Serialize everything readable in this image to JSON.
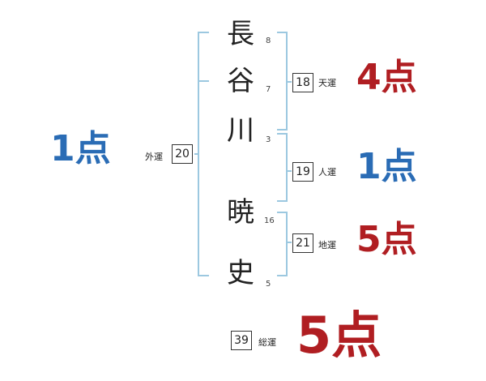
{
  "name": {
    "chars": [
      {
        "char": "長",
        "strokes": "8"
      },
      {
        "char": "谷",
        "strokes": "7"
      },
      {
        "char": "川",
        "strokes": "3"
      },
      {
        "char": "暁",
        "strokes": "16"
      },
      {
        "char": "史",
        "strokes": "5"
      }
    ]
  },
  "gaiun": {
    "label": "外運",
    "value": "20",
    "score": "1点"
  },
  "tenun": {
    "label": "天運",
    "value": "18",
    "score": "4点"
  },
  "jinun": {
    "label": "人運",
    "value": "19",
    "score": "1点"
  },
  "chiun": {
    "label": "地運",
    "value": "21",
    "score": "5点"
  },
  "souun": {
    "label": "総運",
    "value": "39",
    "score": "5点"
  },
  "colors": {
    "bracket": "#9cc8e0",
    "blue": "#2a6cb5",
    "red": "#b01e22"
  }
}
